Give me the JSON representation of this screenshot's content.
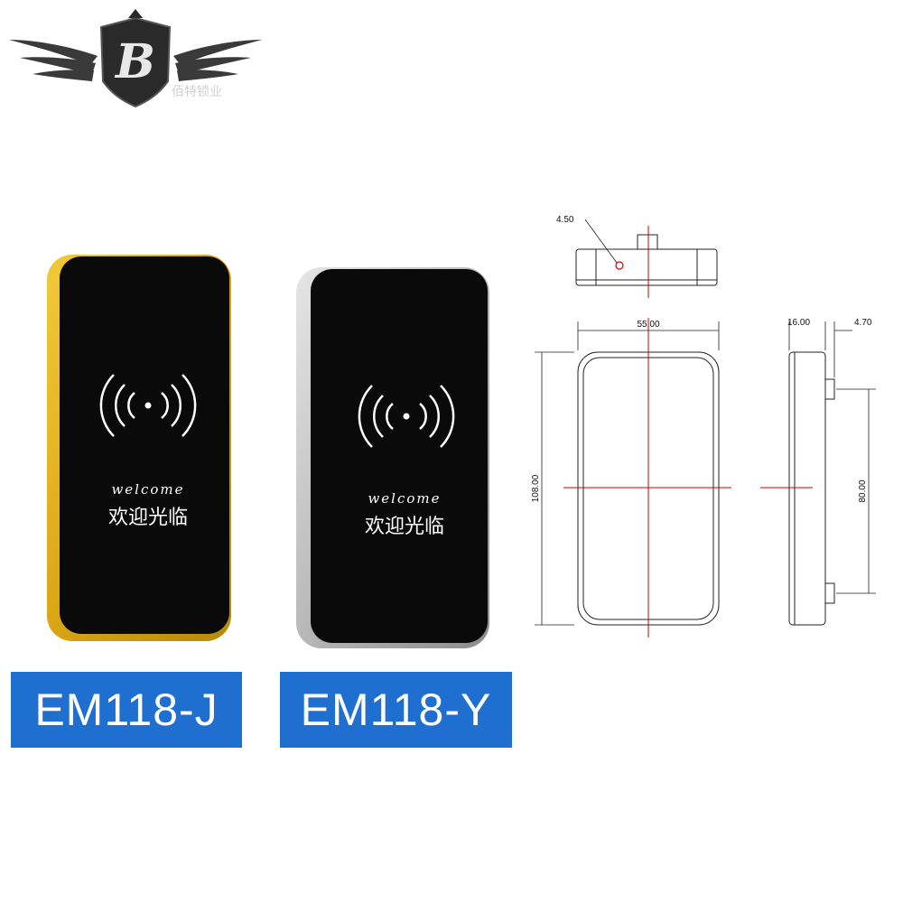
{
  "logo": {
    "monogram": "B",
    "brand_cn": "佰特锁业",
    "shield_color": "#2a2a2a",
    "wing_color": "#3a3a3a"
  },
  "products": [
    {
      "model": "EM118-J",
      "frame_color": "#d9a514",
      "face_color": "#0a0a0a",
      "welcome_text": "welcome",
      "greeting_cn": "欢迎光临",
      "icon": "rfid-wave-icon"
    },
    {
      "model": "EM118-Y",
      "frame_color": "#b8b8b8",
      "face_color": "#0a0a0a",
      "welcome_text": "welcome",
      "greeting_cn": "欢迎光临",
      "icon": "rfid-wave-icon"
    }
  ],
  "label_color": "#1f6fd1",
  "drawing": {
    "hole_diameter": "4.50",
    "width": "55.00",
    "height": "108.00",
    "depth": "16.00",
    "stud_height": "4.70",
    "stud_spacing": "80.00",
    "centerline_color": "#cc0000"
  }
}
